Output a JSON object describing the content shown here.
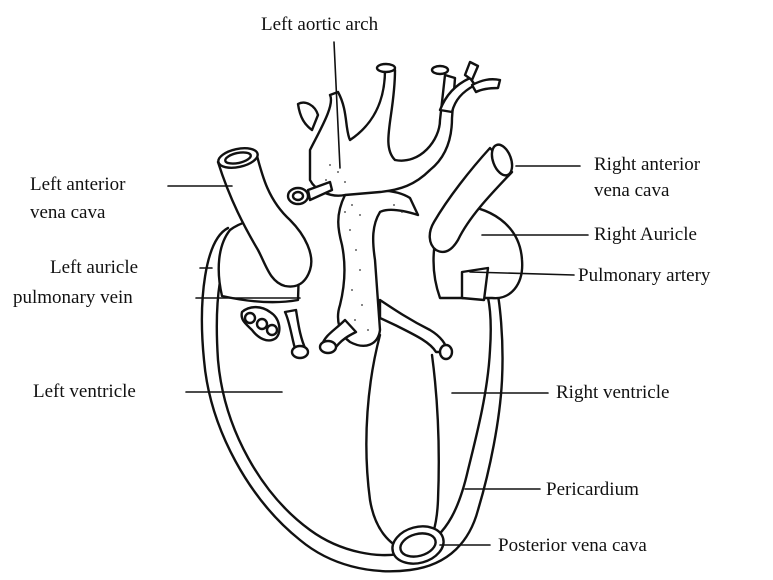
{
  "labels": {
    "left_aortic_arch": "Left aortic arch",
    "right_anterior_vena_cava_1": "Right anterior",
    "right_anterior_vena_cava_2": "vena cava",
    "left_anterior_vena_cava_1": "Left anterior",
    "left_anterior_vena_cava_2": "vena cava",
    "right_auricle": "Right Auricle",
    "left_auricle": "Left auricle",
    "pulmonary_vein": "pulmonary vein",
    "pulmonary_artery": "Pulmonary artery",
    "left_ventricle": "Left ventricle",
    "right_ventricle": "Right ventricle",
    "pericardium": "Pericardium",
    "posterior_vena_cava": "Posterior vena cava"
  },
  "colors": {
    "ink": "#111111",
    "background": "#ffffff"
  }
}
